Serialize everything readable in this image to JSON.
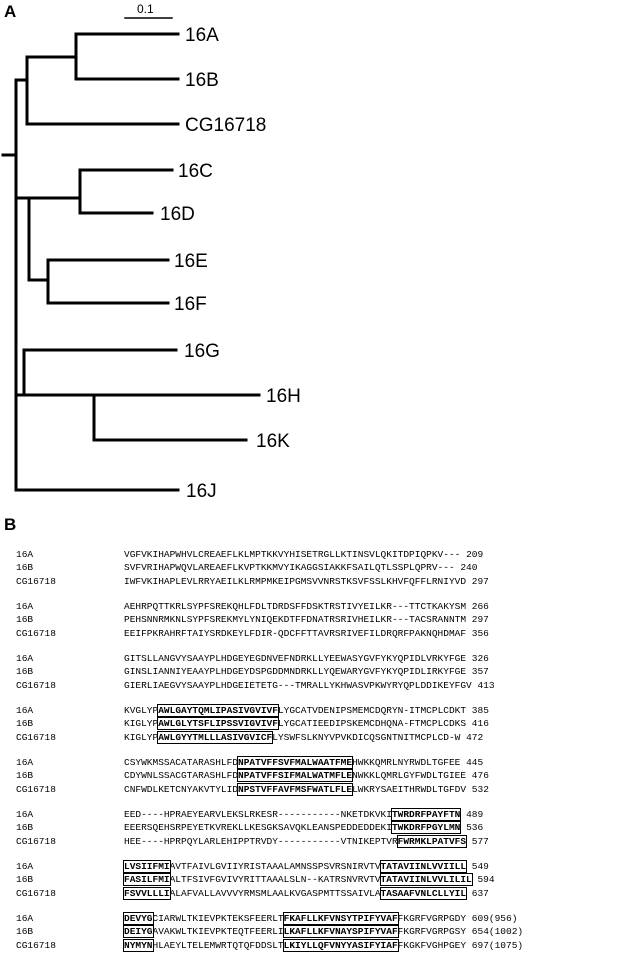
{
  "panel_a_label": "A",
  "panel_b_label": "B",
  "scale_bar_label": "0.1",
  "tree_leaves": [
    "16A",
    "16B",
    "CG16718",
    "16C",
    "16D",
    "16E",
    "16F",
    "16G",
    "16H",
    "16K",
    "16J"
  ],
  "alignment_blocks": [
    {
      "rows": [
        {
          "name": "16A",
          "seq": "VGFVKIHAPWHVLCREAEFLKLMPTKKVYHISETRGLLKTINSVLQKITDPIQPKV---",
          "num": "209"
        },
        {
          "name": "16B",
          "seq": "SVFVRIHAPWQVLAREAEFLKVPTKKMVYIKAGGSIAKKFSAILQTLSSPLQPRV---",
          "num": "240"
        },
        {
          "name": "CG16718",
          "seq": "IWFVKIHAPLEVLRRYAEILKLRMPMKEIPGMSVVNRSTKSVFSSLKHVFQFFLRNIYVD",
          "num": "297"
        }
      ]
    },
    {
      "rows": [
        {
          "name": "16A",
          "seq": "AEHRPQTTKRLSYPFSREKQHLFDLTDRDSFFDSKTRSTIVYEILKR---TTCTKAKYSM",
          "num": "266"
        },
        {
          "name": "16B",
          "seq": "PEHSNNRMKNLSYPFSREKMYLYNIQEKDTFFDNATRSRIVHEILKR---TACSRANNTM",
          "num": "297"
        },
        {
          "name": "CG16718",
          "seq": "EEIFPKRAHRFTAIYSRDKEYLFDIR-QDCFFTTAVRSRIVEFILDRQRFPAKNQHDMAF",
          "num": "356"
        }
      ]
    },
    {
      "rows": [
        {
          "name": "16A",
          "seq": "GITSLLANGVYSAAYPLHDGEYEGDNVEFNDRKLLYEEWASYGVFYKYQPIDLVRKYFGE",
          "num": "326"
        },
        {
          "name": "16B",
          "seq": "GINSLIANNIYEAAYPLHDGEYDSPGDDMNDRKLLYQEWARYGVFYKYQPIDLIRKYFGE",
          "num": "357"
        },
        {
          "name": "CG16718",
          "seq": "GIERLIAEGVYSAAYPLHDGEIETETG---TMRALLYKHWASVPKWYRYQPLDDIKEYFGV",
          "num": "413"
        }
      ]
    },
    {
      "rows": [
        {
          "name": "16A",
          "pre": "KVGLYP",
          "box": "AWLGAYTQMLIPASIVGVIVF",
          "post": "LYGCATVDENIPSMEMCDQRYN-ITMCPLCDKT",
          "num": "385"
        },
        {
          "name": "16B",
          "pre": "KIGLYP",
          "box": "AWLGLYTSFLIPSSVIGVIVF",
          "post": "LYGCATIEEDIPSKEMCDHQNA-FTMCPLCDKS",
          "num": "416"
        },
        {
          "name": "CG16718",
          "pre": "KIGLYP",
          "box": "AWLGYYTMLLLASIVGVICF",
          "post": "LYSWFSLKNYVPVKDICQSGNTNITMCPLCD-W",
          "num": "472"
        }
      ]
    },
    {
      "rows": [
        {
          "name": "16A",
          "pre": "CSYWKMSSACATARASHLFD",
          "box": "NPATVFFSVFMALWAATFME",
          "post": "HWKKQMRLNYRWDLTGFEE",
          "num": "445"
        },
        {
          "name": "16B",
          "pre": "CDYWNLSSACGTARASHLFD",
          "box": "NPATVFFSIFMALWATMFLE",
          "post": "NWKKLQMRLGYFWDLTGIEE",
          "num": "476"
        },
        {
          "name": "CG16718",
          "pre": "CNFWDLKETCNYAKVTYLID",
          "box": "NPSTVFFAVFMSFWATLFLE",
          "post": "LWKRYSAEITHRWDLTGFDV",
          "num": "532"
        }
      ]
    },
    {
      "rows": [
        {
          "name": "16A",
          "pre": "EED----HPRAEYEARVLEKSLRKESR-----------NKETDKVKI",
          "box": "TWRDRFPAYFTN",
          "post": "",
          "num": "489"
        },
        {
          "name": "16B",
          "pre": "EEERSQEHSRPEYETKVREKLLKESGKSAVQKLEANSPEDDEDDEKI",
          "box": "TWKDRFPGYLMN",
          "post": "",
          "num": "536"
        },
        {
          "name": "CG16718",
          "pre": "HEE----HPRPQYLARLEHIPPTRVDY-----------VTNIKEPTVR",
          "box": "FWRMKLPATVFS",
          "post": "",
          "num": "577"
        }
      ]
    },
    {
      "rows": [
        {
          "name": "16A",
          "pre": "",
          "box": "LVSIIFMI",
          "post": "AVTFAIVLGVIIYRISTAAALAMNSSPSVRSNIRVTV",
          "box2": "TATAVIINLVVIILL",
          "num": "549"
        },
        {
          "name": "16B",
          "pre": "",
          "box": "FASILFMI",
          "post": "ALTFSIVFGVIVYRITTAAALSLN--KATRSNVRVTV",
          "box2": "TATAVIINLVVLILIL",
          "num": "594"
        },
        {
          "name": "CG16718",
          "pre": "",
          "box": "FSVVLLLI",
          "post": "ALAFVALLAVVVYRMSMLAALKVGASPMTTSSAIVLA",
          "box2": "TASAAFVNLCLLYIL",
          "num": "637"
        }
      ]
    },
    {
      "rows": [
        {
          "name": "16A",
          "pre": "",
          "box": "DEVYG",
          "post": "CIARWLTKIEVPKTEKSFEERLT",
          "box2": "FKAFLLKFVNSYTPIFYVAF",
          "post2": "FKGRFVGRPGDY",
          "num": "609(956)"
        },
        {
          "name": "16B",
          "pre": "",
          "box": "DEIYG",
          "post": "AVAKWLTKIEVPKTEQTFEERLI",
          "box2": "LKAFLLKFVNAYSPIFYVAF",
          "post2": "FKGRFVGRPGSY",
          "num": "654(1002)"
        },
        {
          "name": "CG16718",
          "pre": "",
          "box": "NYMYN",
          "post": "HLAEYLTELEMWRTQTQFDDSLT",
          "box2": "LKIYLLQFVNYYASIFYIAF",
          "post2": "FKGKFVGHPGEY",
          "num": "697(1075)"
        }
      ]
    }
  ]
}
